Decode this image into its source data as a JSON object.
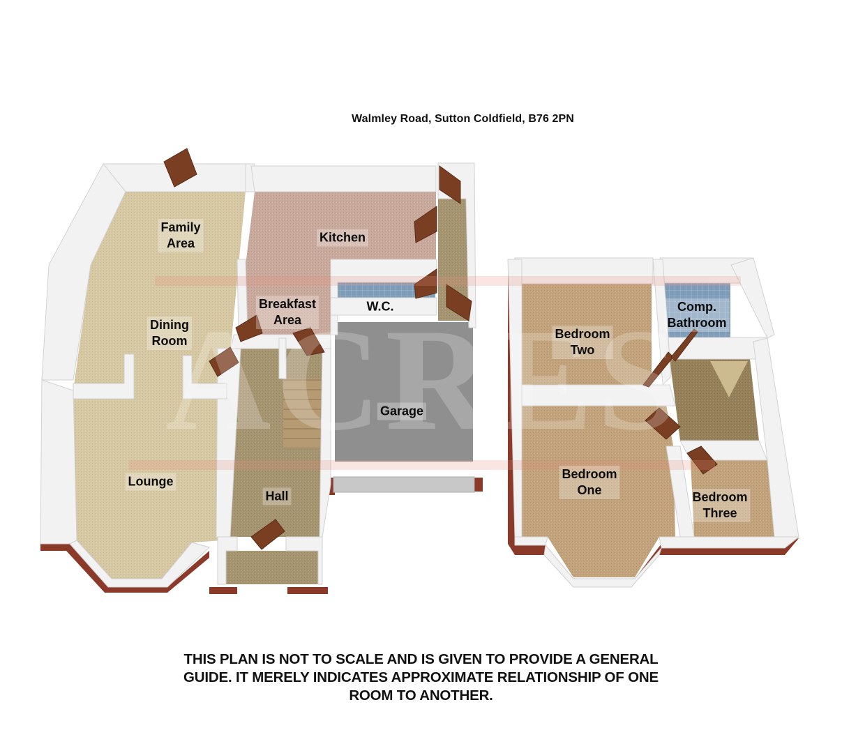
{
  "title": "Walmley Road, Sutton Coldfield, B76 2PN",
  "watermark": "ACRES",
  "colors": {
    "wall": "#f2f2f2",
    "wall_shadow": "#d8d8d8",
    "brick": "#8b3a2a",
    "door": "#7a3f22",
    "beige_carpet": "#d6c8a2",
    "kitchen_floor": "#c9a99c",
    "hall_carpet": "#a59470",
    "bedroom_carpet": "#c1a27a",
    "tile_blue": "#7e9cb8",
    "garage_floor": "#8f8f8f",
    "watermark_red": "#e88c7c"
  },
  "floors": [
    {
      "name": "ground",
      "rooms": [
        {
          "id": "family-area",
          "label": "Family\nArea"
        },
        {
          "id": "dining-room",
          "label": "Dining\nRoom"
        },
        {
          "id": "lounge",
          "label": "Lounge"
        },
        {
          "id": "kitchen",
          "label": "Kitchen"
        },
        {
          "id": "breakfast-area",
          "label": "Breakfast\nArea"
        },
        {
          "id": "wc",
          "label": "W.C."
        },
        {
          "id": "garage",
          "label": "Garage"
        },
        {
          "id": "hall",
          "label": "Hall"
        }
      ]
    },
    {
      "name": "first",
      "rooms": [
        {
          "id": "bedroom-two",
          "label": "Bedroom\nTwo"
        },
        {
          "id": "comp-bathroom",
          "label": "Comp.\nBathroom"
        },
        {
          "id": "bedroom-one",
          "label": "Bedroom\nOne"
        },
        {
          "id": "bedroom-three",
          "label": "Bedroom\nThree"
        }
      ]
    }
  ],
  "disclaimer": {
    "line1": "THIS PLAN IS NOT TO SCALE AND IS GIVEN TO PROVIDE A GENERAL",
    "line2": "GUIDE. IT MERELY INDICATES APPROXIMATE RELATIONSHIP OF ONE",
    "line3": "ROOM TO ANOTHER."
  }
}
